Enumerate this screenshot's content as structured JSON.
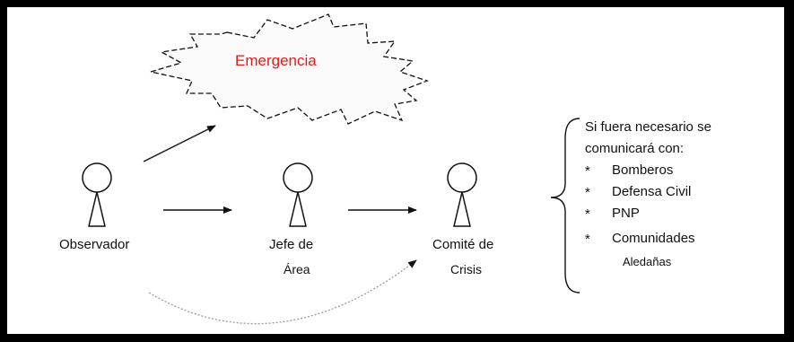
{
  "emergency": {
    "label": "Emergencia",
    "color": "#e21b1b"
  },
  "actors": [
    {
      "label_line1": "Observador",
      "label_line2": ""
    },
    {
      "label_line1": "Jefe de",
      "label_line2": "Área"
    },
    {
      "label_line1": "Comité de",
      "label_line2": "Crisis"
    }
  ],
  "note": {
    "intro_line1": "Si fuera necesario se",
    "intro_line2": "comunicará con:",
    "items": [
      "Bomberos",
      "Defensa Civil",
      "PNP",
      "Comunidades"
    ],
    "items_continuation": "Aledañas",
    "bullet": "*"
  },
  "colors": {
    "line": "#111111",
    "curve": "#9a9a9a",
    "burst_fill": "#fafafa"
  }
}
